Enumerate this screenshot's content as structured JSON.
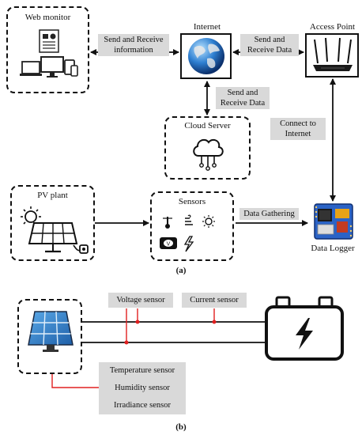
{
  "panel_a": {
    "web_monitor": "Web monitor",
    "internet": "Internet",
    "access_point": "Access Point",
    "cloud_server": "Cloud Server",
    "pv_plant": "PV plant",
    "sensors": "Sensors",
    "data_logger": "Data Logger",
    "send_receive_info": "Send and Receive information",
    "send_receive_data_top": "Send and Receive Data",
    "send_receive_data_mid": "Send and Receive Data",
    "connect_internet": "Connect to Internet",
    "data_gathering": "Data Gathering",
    "caption": "(a)"
  },
  "panel_b": {
    "voltage_sensor": "Voltage sensor",
    "current_sensor": "Current sensor",
    "temperature_sensor": "Temperature sensor",
    "humidity_sensor": "Humidity sensor",
    "irradiance_sensor": "Irradiance sensor",
    "caption": "(b)"
  }
}
